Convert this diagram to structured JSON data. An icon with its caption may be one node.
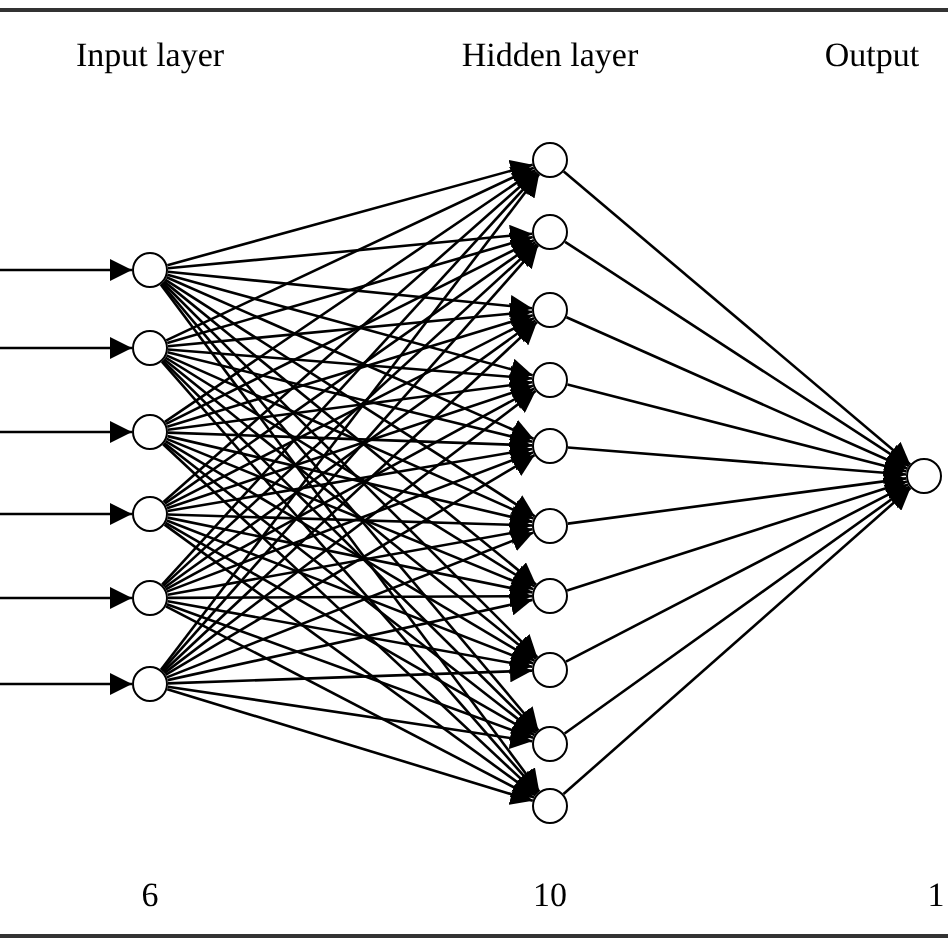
{
  "diagram": {
    "nodes": [
      {
        "text": [],
        "shape": "circle"
      },
      {
        "text": [],
        "shape": "circle"
      },
      {
        "text": [],
        "shape": "circle"
      },
      {
        "text": [],
        "shape": "circle"
      },
      {
        "text": [],
        "shape": "circle"
      },
      {
        "text": [],
        "shape": "circle"
      },
      {
        "text": [],
        "shape": "circle"
      },
      {
        "text": [],
        "shape": "circle"
      },
      {
        "text": [],
        "shape": "circle"
      },
      {
        "text": [],
        "shape": "circle"
      },
      {
        "text": [],
        "shape": "circle"
      },
      {
        "text": [],
        "shape": "circle"
      },
      {
        "text": [],
        "shape": "circle"
      },
      {
        "text": [],
        "shape": "circle"
      },
      {
        "text": [],
        "shape": "circle"
      },
      {
        "text": [],
        "shape": "circle"
      },
      {
        "text": [],
        "shape": "circle"
      }
    ],
    "edges": [
      {
        "from": null,
        "to": 0,
        "arrow": "to"
      },
      {
        "from": null,
        "to": 1,
        "arrow": "to"
      },
      {
        "from": null,
        "to": 2,
        "arrow": "to"
      },
      {
        "from": null,
        "to": 3,
        "arrow": "to"
      },
      {
        "from": null,
        "to": 4,
        "arrow": "to"
      },
      {
        "from": null,
        "to": 5,
        "arrow": "to"
      },
      {
        "from": 0,
        "to": 6,
        "arrow": "to"
      },
      {
        "from": 0,
        "to": 7,
        "arrow": "to"
      },
      {
        "from": 0,
        "to": 8,
        "arrow": "to"
      },
      {
        "from": 0,
        "to": 9,
        "arrow": "to"
      },
      {
        "from": 0,
        "to": 10,
        "arrow": "to"
      },
      {
        "from": 0,
        "to": 11,
        "arrow": "to"
      },
      {
        "from": 0,
        "to": 12,
        "arrow": "to"
      },
      {
        "from": 0,
        "to": 13,
        "arrow": "to"
      },
      {
        "from": 0,
        "to": 14,
        "arrow": "to"
      },
      {
        "from": 0,
        "to": 15,
        "arrow": "to"
      },
      {
        "from": 1,
        "to": 6,
        "arrow": "to"
      },
      {
        "from": 1,
        "to": 7,
        "arrow": "to"
      },
      {
        "from": 1,
        "to": 8,
        "arrow": "to"
      },
      {
        "from": 1,
        "to": 9,
        "arrow": "to"
      },
      {
        "from": 1,
        "to": 10,
        "arrow": "to"
      },
      {
        "from": 1,
        "to": 11,
        "arrow": "to"
      },
      {
        "from": 1,
        "to": 12,
        "arrow": "to"
      },
      {
        "from": 1,
        "to": 13,
        "arrow": "to"
      },
      {
        "from": 1,
        "to": 14,
        "arrow": "to"
      },
      {
        "from": 1,
        "to": 15,
        "arrow": "to"
      },
      {
        "from": 2,
        "to": 6,
        "arrow": "to"
      },
      {
        "from": 2,
        "to": 7,
        "arrow": "to"
      },
      {
        "from": 2,
        "to": 8,
        "arrow": "to"
      },
      {
        "from": 2,
        "to": 9,
        "arrow": "to"
      },
      {
        "from": 2,
        "to": 10,
        "arrow": "to"
      },
      {
        "from": 2,
        "to": 11,
        "arrow": "to"
      },
      {
        "from": 2,
        "to": 12,
        "arrow": "to"
      },
      {
        "from": 2,
        "to": 13,
        "arrow": "to"
      },
      {
        "from": 2,
        "to": 14,
        "arrow": "to"
      },
      {
        "from": 2,
        "to": 15,
        "arrow": "to"
      },
      {
        "from": 3,
        "to": 6,
        "arrow": "to"
      },
      {
        "from": 3,
        "to": 7,
        "arrow": "to"
      },
      {
        "from": 3,
        "to": 8,
        "arrow": "to"
      },
      {
        "from": 3,
        "to": 9,
        "arrow": "to"
      },
      {
        "from": 3,
        "to": 10,
        "arrow": "to"
      },
      {
        "from": 3,
        "to": 11,
        "arrow": "to"
      },
      {
        "from": 3,
        "to": 12,
        "arrow": "to"
      },
      {
        "from": 3,
        "to": 13,
        "arrow": "to"
      },
      {
        "from": 3,
        "to": 14,
        "arrow": "to"
      },
      {
        "from": 3,
        "to": 15,
        "arrow": "to"
      },
      {
        "from": 4,
        "to": 6,
        "arrow": "to"
      },
      {
        "from": 4,
        "to": 7,
        "arrow": "to"
      },
      {
        "from": 4,
        "to": 8,
        "arrow": "to"
      },
      {
        "from": 4,
        "to": 9,
        "arrow": "to"
      },
      {
        "from": 4,
        "to": 10,
        "arrow": "to"
      },
      {
        "from": 4,
        "to": 11,
        "arrow": "to"
      },
      {
        "from": 4,
        "to": 12,
        "arrow": "to"
      },
      {
        "from": 4,
        "to": 13,
        "arrow": "to"
      },
      {
        "from": 4,
        "to": 14,
        "arrow": "to"
      },
      {
        "from": 4,
        "to": 15,
        "arrow": "to"
      },
      {
        "from": 5,
        "to": 6,
        "arrow": "to"
      },
      {
        "from": 5,
        "to": 7,
        "arrow": "to"
      },
      {
        "from": 5,
        "to": 8,
        "arrow": "to"
      },
      {
        "from": 5,
        "to": 9,
        "arrow": "to"
      },
      {
        "from": 5,
        "to": 10,
        "arrow": "to"
      },
      {
        "from": 5,
        "to": 11,
        "arrow": "to"
      },
      {
        "from": 5,
        "to": 12,
        "arrow": "to"
      },
      {
        "from": 5,
        "to": 13,
        "arrow": "to"
      },
      {
        "from": 5,
        "to": 14,
        "arrow": "to"
      },
      {
        "from": 5,
        "to": 15,
        "arrow": "to"
      },
      {
        "from": 6,
        "to": 16,
        "arrow": "to"
      },
      {
        "from": 7,
        "to": 16,
        "arrow": "to"
      },
      {
        "from": 8,
        "to": 16,
        "arrow": "to"
      },
      {
        "from": 9,
        "to": 16,
        "arrow": "to"
      },
      {
        "from": 10,
        "to": 16,
        "arrow": "to"
      },
      {
        "from": 11,
        "to": 16,
        "arrow": "to"
      },
      {
        "from": 12,
        "to": 16,
        "arrow": "to"
      },
      {
        "from": 13,
        "to": 16,
        "arrow": "to"
      },
      {
        "from": 14,
        "to": 16,
        "arrow": "to"
      },
      {
        "from": 15,
        "to": 16,
        "arrow": "to"
      }
    ],
    "labels": [
      "Input layer",
      "Hidden layer",
      "Output",
      "6",
      "10",
      "1"
    ]
  }
}
